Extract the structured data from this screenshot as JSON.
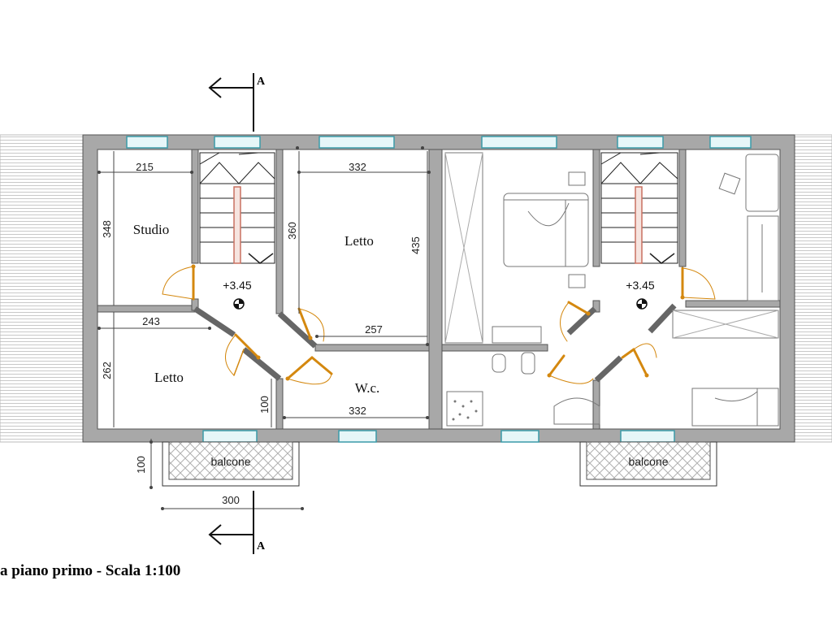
{
  "rooms": {
    "studio": "Studio",
    "letto_top": "Letto",
    "letto_bottom": "Letto",
    "wc": "W.c."
  },
  "dimensions": {
    "studio_width": "215",
    "studio_height": "348",
    "letto_top_width": "332",
    "letto_top_height_left": "360",
    "letto_top_height_right": "435",
    "hall_width": "257",
    "letto_bottom_width": "243",
    "letto_bottom_height": "262",
    "wc_width": "332",
    "wc_height": "100",
    "balcony_depth": "100",
    "balcony_width": "300"
  },
  "levels": {
    "left": "+3.45",
    "right": "+3.45"
  },
  "balconies": {
    "left": "balcone",
    "right": "balcone"
  },
  "section_marks": {
    "top": "A",
    "bottom": "A"
  },
  "caption": "a piano primo - Scala 1:100",
  "colors": {
    "wall": "#a8a8a8",
    "wall_edge": "#555555",
    "door": "#d4880f",
    "stair_rail": "#c97060",
    "window": "#3a9aa8",
    "hatch": "#aaaaaa"
  }
}
